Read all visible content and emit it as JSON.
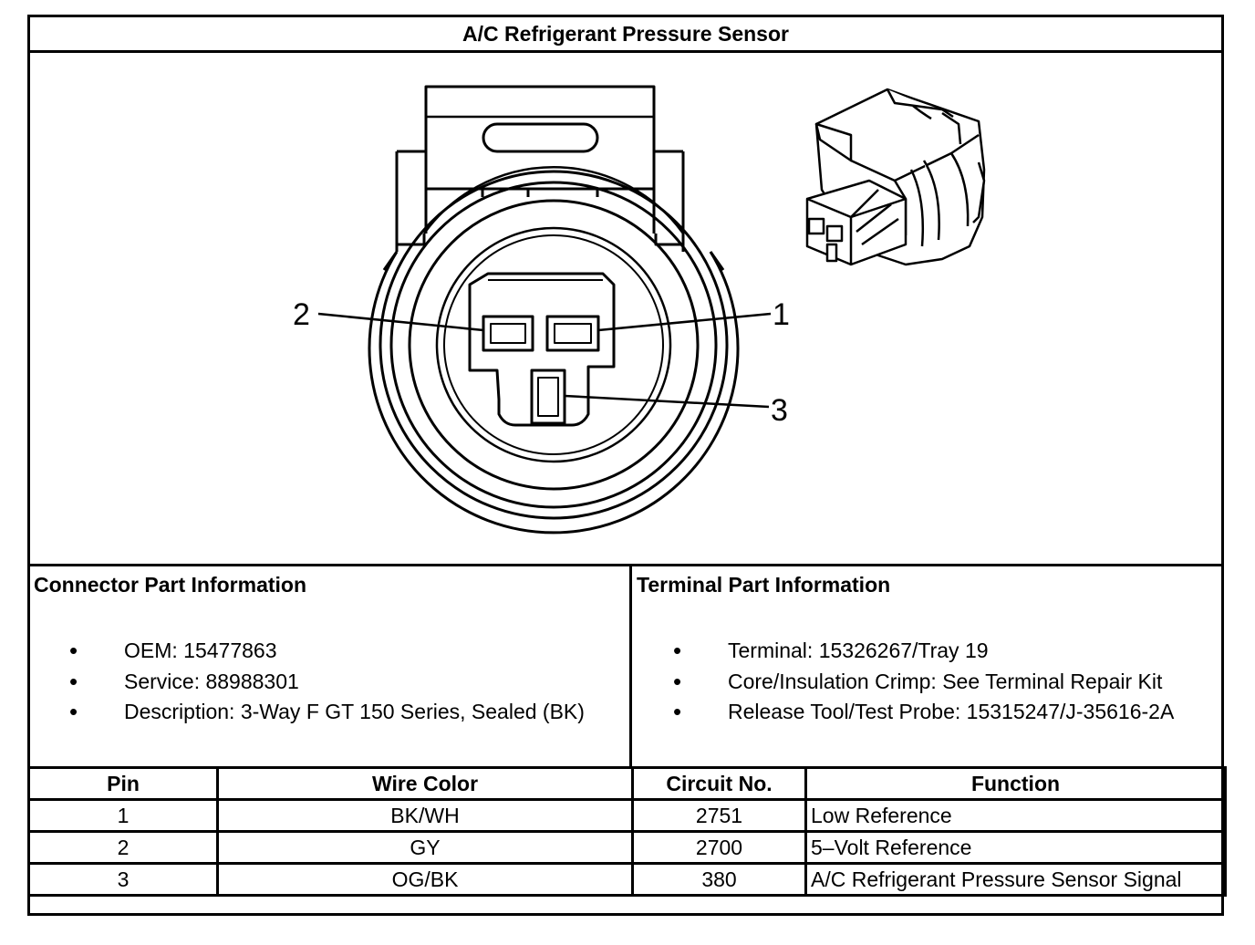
{
  "title": "A/C Refrigerant Pressure Sensor",
  "pin_callouts": [
    "1",
    "2",
    "3"
  ],
  "connector": {
    "heading": "Connector Part Information",
    "items": [
      "OEM: 15477863",
      "Service: 88988301",
      "Description: 3-Way F GT 150 Series, Sealed (BK)"
    ]
  },
  "terminal": {
    "heading": "Terminal Part Information",
    "items": [
      "Terminal: 15326267/Tray 19",
      "Core/Insulation Crimp: See Terminal Repair Kit",
      "Release Tool/Test Probe: 15315247/J-35616-2A"
    ]
  },
  "table": {
    "headers": [
      "Pin",
      "Wire Color",
      "Circuit No.",
      "Function"
    ],
    "rows": [
      [
        "1",
        "BK/WH",
        "2751",
        "Low Reference"
      ],
      [
        "2",
        "GY",
        "2700",
        "5–Volt Reference"
      ],
      [
        "3",
        "OG/BK",
        "380",
        "A/C Refrigerant Pressure Sensor Signal"
      ]
    ]
  }
}
